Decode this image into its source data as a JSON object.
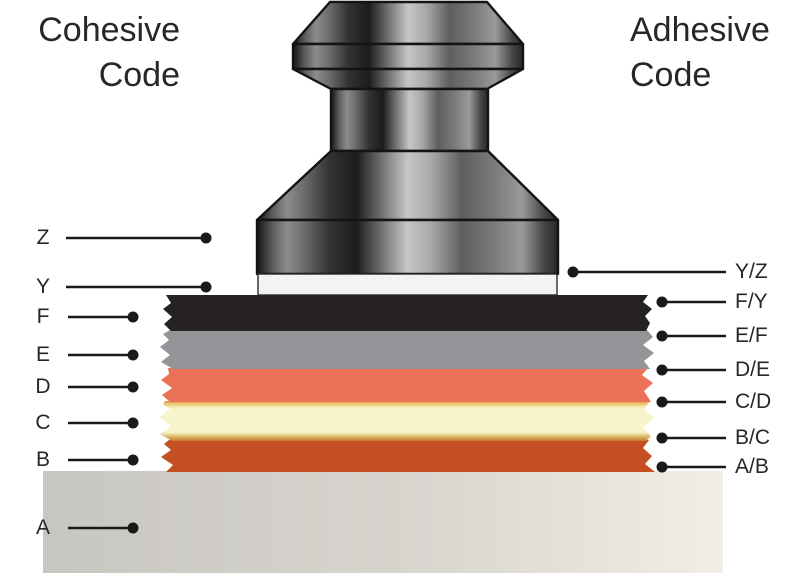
{
  "legend_left": {
    "title_line1": "Cohesive",
    "title_line2": "Code",
    "labels": [
      "Z",
      "Y",
      "F",
      "E",
      "D",
      "C",
      "B",
      "A"
    ]
  },
  "legend_right": {
    "title_line1": "Adhesive",
    "title_line2": "Code",
    "labels": [
      "Y/Z",
      "F/Y",
      "E/F",
      "D/E",
      "C/D",
      "B/C",
      "A/B"
    ]
  },
  "diagram": {
    "description": "Pull-off adhesion test dolly on multilayer coating system",
    "layers": [
      {
        "code": "Z",
        "part": "test-dolly",
        "color": "#8c8c8c"
      },
      {
        "code": "Y",
        "part": "adhesive",
        "color": "#f3f3f3"
      },
      {
        "code": "F",
        "part": "coating-layer",
        "color": "#262223"
      },
      {
        "code": "E",
        "part": "coating-layer",
        "color": "#959599"
      },
      {
        "code": "D",
        "part": "coating-layer",
        "color": "#ec7257"
      },
      {
        "code": "C",
        "part": "coating-layer",
        "color": "#f7f4cb"
      },
      {
        "code": "B",
        "part": "coating-layer",
        "color": "#c34f22"
      },
      {
        "code": "A",
        "part": "substrate",
        "color": "#d8d5cf"
      }
    ],
    "line_color": "#1a1a1a",
    "text_color": "#2a2627"
  }
}
